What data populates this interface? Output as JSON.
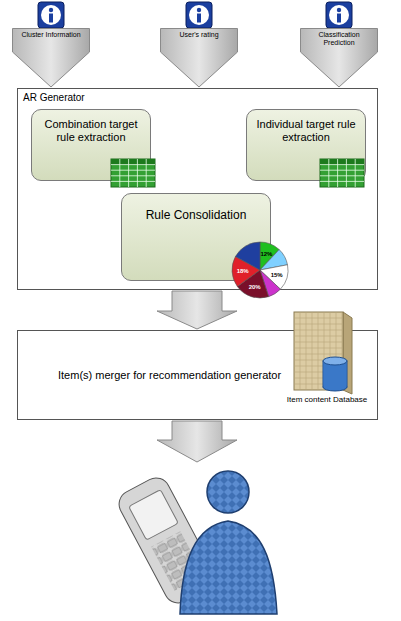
{
  "diagram": {
    "nodes": [
      {
        "text": [
          "Cluster Information"
        ]
      },
      {
        "text": [
          "User's rating"
        ]
      },
      {
        "text": [
          "Classification Prediction"
        ]
      },
      {
        "text": [
          "AR Generator"
        ]
      },
      {
        "text": [
          "Combination target rule extraction"
        ],
        "in": 3
      },
      {
        "text": [
          "Individual target rule extraction"
        ],
        "in": 3
      },
      {
        "text": [
          "Rule Consolidation"
        ],
        "in": 3
      },
      {
        "text": [
          "Item(s) merger for recommendation generator"
        ]
      }
    ],
    "edges": [
      {
        "from": 4,
        "to": 6,
        "arrow": "to"
      },
      {
        "from": 5,
        "to": 6,
        "arrow": "to"
      },
      {
        "from": 3,
        "to": 7,
        "arrow": "to"
      }
    ],
    "labels": [
      "12%",
      "15%",
      "18%",
      "20%",
      "Item content Database"
    ]
  }
}
